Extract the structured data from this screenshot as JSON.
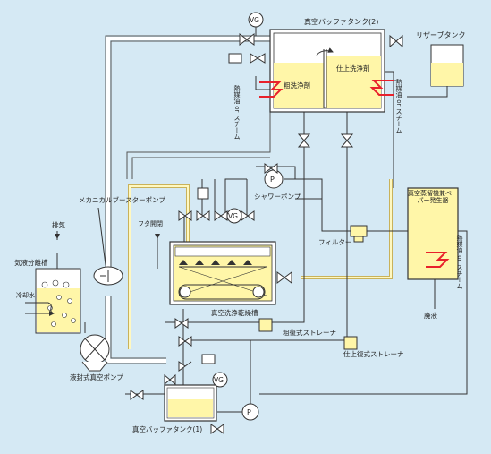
{
  "labels": {
    "buffer_tank_2": "真空バッファタンク(2)",
    "reserve_tank": "リザーブタンク",
    "rough_wash": "粗洗浄剤",
    "finish_wash": "仕上洗浄剤",
    "steam_left": "熱媒油 or スチーム",
    "steam_right": "熱媒油 or スチーム",
    "vg_top": "VG",
    "vg_mid": "VG",
    "vg_bottom": "VG",
    "mech_booster": "メカニカルブースターポンプ",
    "exhaust": "排気",
    "gas_liquid_separator": "気液分離槽",
    "cooling_water": "冷却水",
    "liquid_ring_pump": "液封式真空ポンプ",
    "lid_open_close": "フタ開閉",
    "shower_pump": "シャワーポンプ",
    "vacuum_wash_dryer": "真空洗浄乾燥槽",
    "filter": "フィルター",
    "distiller": "真空蒸留機兼ベーパー発生器",
    "steam_distiller": "熱媒油 or スチーム",
    "waste_liquid": "廃液",
    "coarse_strainer": "粗復式ストレーナ",
    "fine_strainer": "仕上復式ストレーナ",
    "buffer_tank_1": "真空バッファタンク(1)",
    "pump_p_label": "P"
  },
  "colors": {
    "background": "#d5e9f4",
    "liquid": "#fff6a8",
    "heater": "#e8212b",
    "line": "#333333",
    "vapor_line": "#c9b25a"
  }
}
